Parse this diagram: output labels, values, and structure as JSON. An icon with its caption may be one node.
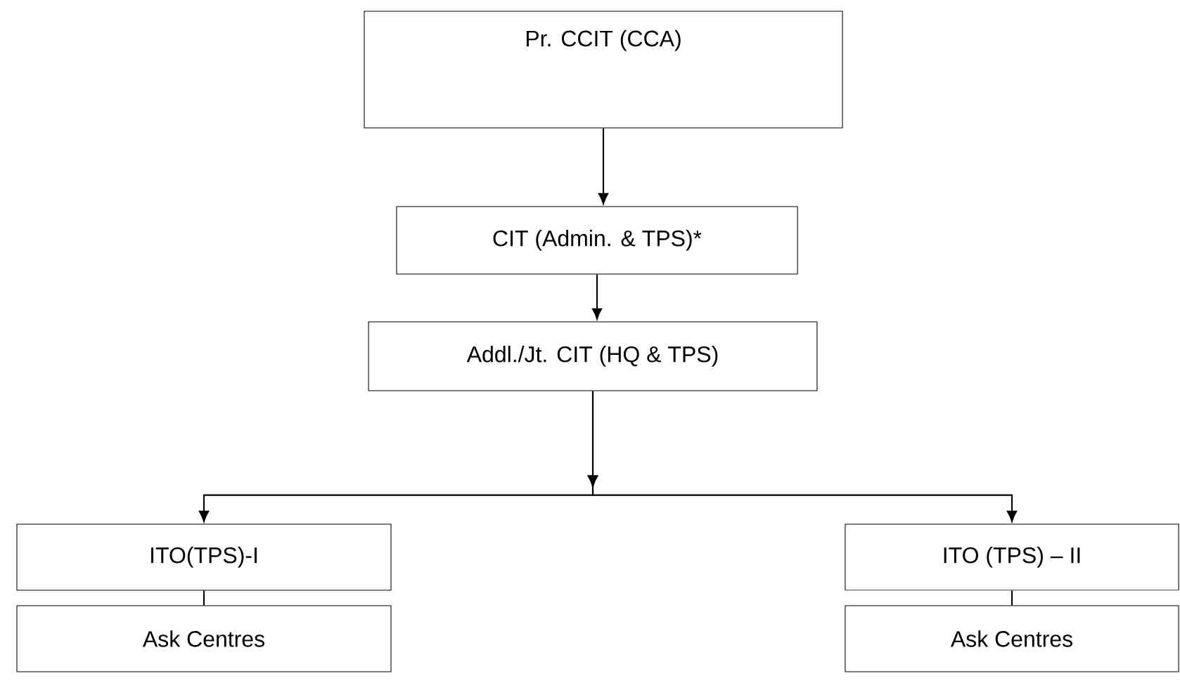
{
  "diagram": {
    "nodes": [
      {
        "text": [
          "Pr. CCIT (CCA)"
        ]
      },
      {
        "text": [
          "CIT (Admin. & TPS)*"
        ]
      },
      {
        "text": [
          "Addl./Jt. CIT (HQ & TPS)"
        ]
      },
      {
        "text": [
          "ITO(TPS)-I"
        ]
      },
      {
        "text": [
          "Ask Centres"
        ]
      },
      {
        "text": [
          "ITO (TPS) – II"
        ]
      },
      {
        "text": [
          "Ask Centres"
        ]
      }
    ],
    "edges": [
      {
        "from": 0,
        "to": 1,
        "arrow": "to"
      },
      {
        "from": 1,
        "to": 2,
        "arrow": "to"
      },
      {
        "from": 2,
        "to": 3,
        "arrow": "to"
      },
      {
        "from": 2,
        "to": 5,
        "arrow": "to"
      },
      {
        "from": 3,
        "to": 4,
        "arrow": "none"
      },
      {
        "from": 5,
        "to": 6,
        "arrow": "none"
      }
    ]
  }
}
